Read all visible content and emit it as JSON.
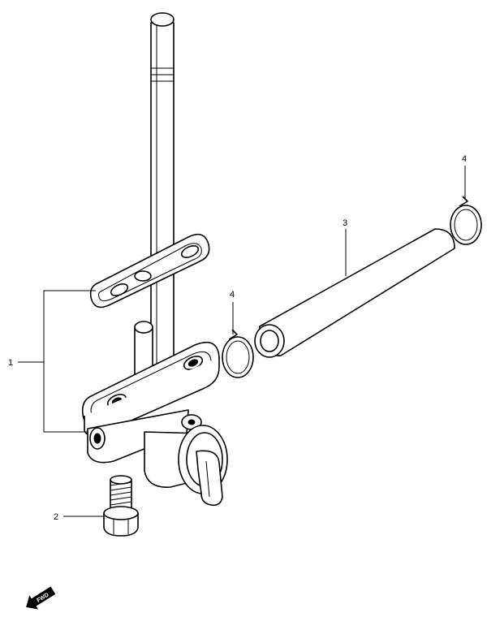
{
  "callouts": {
    "fuel_cock_assembly": "1",
    "bolt": "2",
    "hose": "3",
    "clip_left": "4",
    "clip_right": "4"
  },
  "forward_indicator": {
    "label": "FWD",
    "icon": "forward-arrow-icon"
  }
}
